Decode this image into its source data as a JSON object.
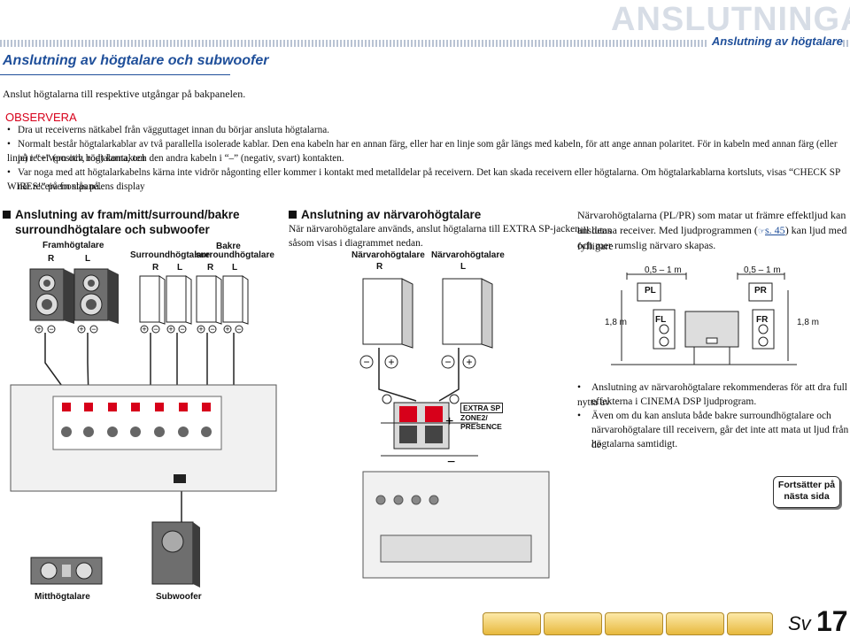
{
  "header": {
    "title": "ANSLUTNINGAR",
    "subtitle": "Anslutning av högtalare"
  },
  "section": {
    "title": "Anslutning av högtalare och subwoofer",
    "intro": "Anslut högtalarna till respektive utgångar på bakpanelen."
  },
  "notes": {
    "title": "OBSERVERA",
    "items": [
      "Dra ut receiverns nätkabel från vägguttaget innan du börjar ansluta högtalarna.",
      "Normalt består högtalarkablar av två parallella isolerade kablar. Den ena kabeln har en annan färg, eller har en linje som går längs med kabeln, för att ange annan polaritet. För in kabeln med annan färg (eller linje) i “+” (positiv, röd) kontakten",
      "på receivern och högtalarna, och den andra kabeln i “–” (negativ, svart) kontakten.",
      "Var noga med att högtalarkabelns kärna inte vidrör någonting eller kommer i kontakt med metalldelar på receivern. Det kan skada receivern eller högtalarna. Om högtalarkablarna kortsluts, visas “CHECK SP WIRES!” på frontpanelens display",
      "när receivern slås på."
    ]
  },
  "left_section": {
    "heading_line1": "Anslutning av fram/mitt/surround/bakre",
    "heading_line2": "surroundhögtalare och subwoofer",
    "labels": {
      "front": "Framhögtalare",
      "surround": "Surroundhögtalare",
      "back": "Bakre",
      "back2": "surroundhögtalare",
      "R": "R",
      "L": "L",
      "center": "Mitthögtalare",
      "sub": "Subwoofer"
    }
  },
  "mid_section": {
    "heading": "Anslutning av närvarohögtalare",
    "para_line1": "När närvarohögtalare används, anslut högtalarna till EXTRA SP-jacken",
    "para_line2": "såsom visas i diagrammet nedan.",
    "label_r": "Närvarohögtalare",
    "label_l": "Närvarohögtalare",
    "R": "R",
    "L": "L",
    "extra_sp": "EXTRA SP",
    "zone": "ZONE2/",
    "presence": "PRESENCE"
  },
  "right_section": {
    "para_line1": "Närvarohögtalarna (PL/PR) som matar ut främre effektljud kan anslutas",
    "para_line2a": "till denna receiver. Med ljudprogrammen (",
    "page_ref": "s. 45",
    "para_line2b": ") kan ljud med fylligare",
    "para_line3": "och mer rumslig närvaro skapas.",
    "dist1": "0,5 – 1 m",
    "dist2": "0,5 – 1 m",
    "height_l": "1,8 m",
    "height_r": "1,8 m",
    "PL": "PL",
    "PR": "PR",
    "FL": "FL",
    "FR": "FR",
    "bullets": [
      "Anslutning av närvarohögtalare rekommenderas för att dra full nytta av",
      "effekterna i CINEMA DSP ljudprogram.",
      "Även om du kan ansluta både bakre surroundhögtalare och",
      "närvarohögtalare till receivern, går det inte att mata ut ljud från de",
      "högtalarna samtidigt."
    ]
  },
  "continue": {
    "line1": "Fortsätter på",
    "line2": "nästa sida"
  },
  "footer": {
    "lang": "Sv",
    "page": "17"
  },
  "colors": {
    "accent": "#1f4f9a",
    "warning": "#d7001a",
    "nav": "#e7b93e"
  }
}
